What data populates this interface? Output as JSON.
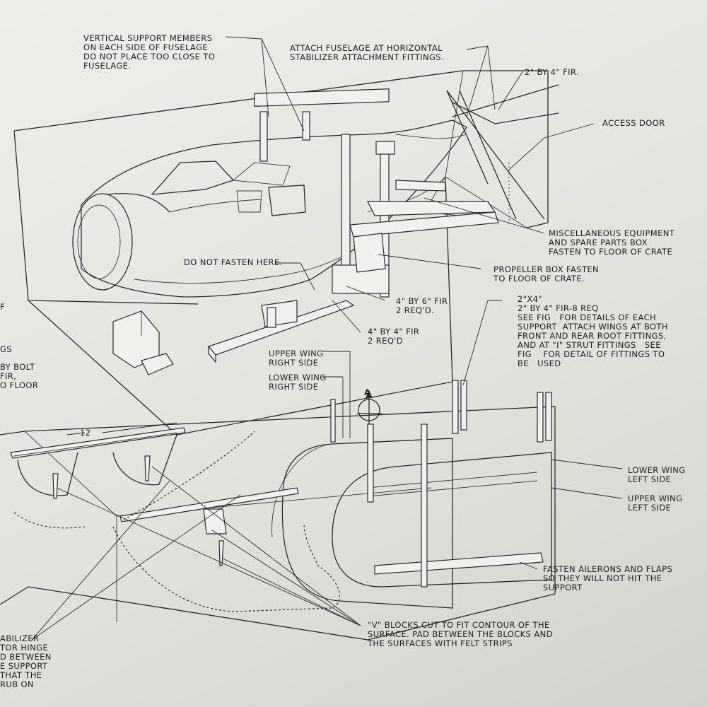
{
  "labels": {
    "vertical_support": "VERTICAL SUPPORT MEMBERS\nON EACH SIDE OF FUSELAGE\nDO NOT PLACE TOO CLOSE TO\nFUSELAGE.",
    "attach_fuselage": "ATTACH FUSELAGE AT HORIZONTAL\nSTABILIZER ATTACHMENT FITTINGS.",
    "fir_2x4_top": "2\" BY 4\" FIR.",
    "access_door": "ACCESS DOOR",
    "misc_equipment": "MISCELLANEOUS EQUIPMENT\nAND SPARE PARTS BOX\nFASTEN TO FLOOR OF CRATE",
    "do_not_fasten": "DO NOT FASTEN HERE.",
    "propeller_box": "PROPELLER BOX FASTEN\nTO FLOOR OF CRATE.",
    "fir_4x6": "4\" BY 6\" FIR\n2 REQ'D.",
    "fir_4x4": "4\" BY 4\" FIR\n2 REQ'D",
    "fir_2x4_8req": "2\"X4\"\n2\" BY 4\" FIR-8 REQ\nSEE FIG   FOR DETAILS OF EACH\nSUPPORT  ATTACH WINGS AT BOTH\nFRONT AND REAR ROOT FITTINGS,\nAND AT \"I\" STRUT FITTINGS   SEE\nFIG    FOR DETAIL OF FITTINGS TO\nBE   USED",
    "upper_wing_right": "UPPER WING\nRIGHT SIDE",
    "lower_wing_right": "LOWER WING\nRIGHT SIDE",
    "lower_wing_left": "LOWER WING\nLEFT SIDE",
    "upper_wing_left": "UPPER WING\nLEFT SIDE",
    "fasten_ailerons": "FASTEN AILERONS AND FLAPS\nSO THEY WILL NOT HIT THE\nSUPPORT",
    "v_blocks": "\"V\" BLOCKS CUT TO FIT CONTOUR OF THE\nSURFACE. PAD BETWEEN THE BLOCKS AND\nTHE SURFACES WITH FELT STRIPS",
    "stabilizer_partial": "ABILIZER\nTOR HINGE\nD BETWEEN\nE SUPPORT\nTHAT THE\nRUB ON",
    "bolt_partial": "BY BOLT\nFIR,\nO FLOOR",
    "left_edge_f": "F",
    "left_edge_gs": "GS",
    "dim_12": "12",
    "arrow_a": "A"
  }
}
